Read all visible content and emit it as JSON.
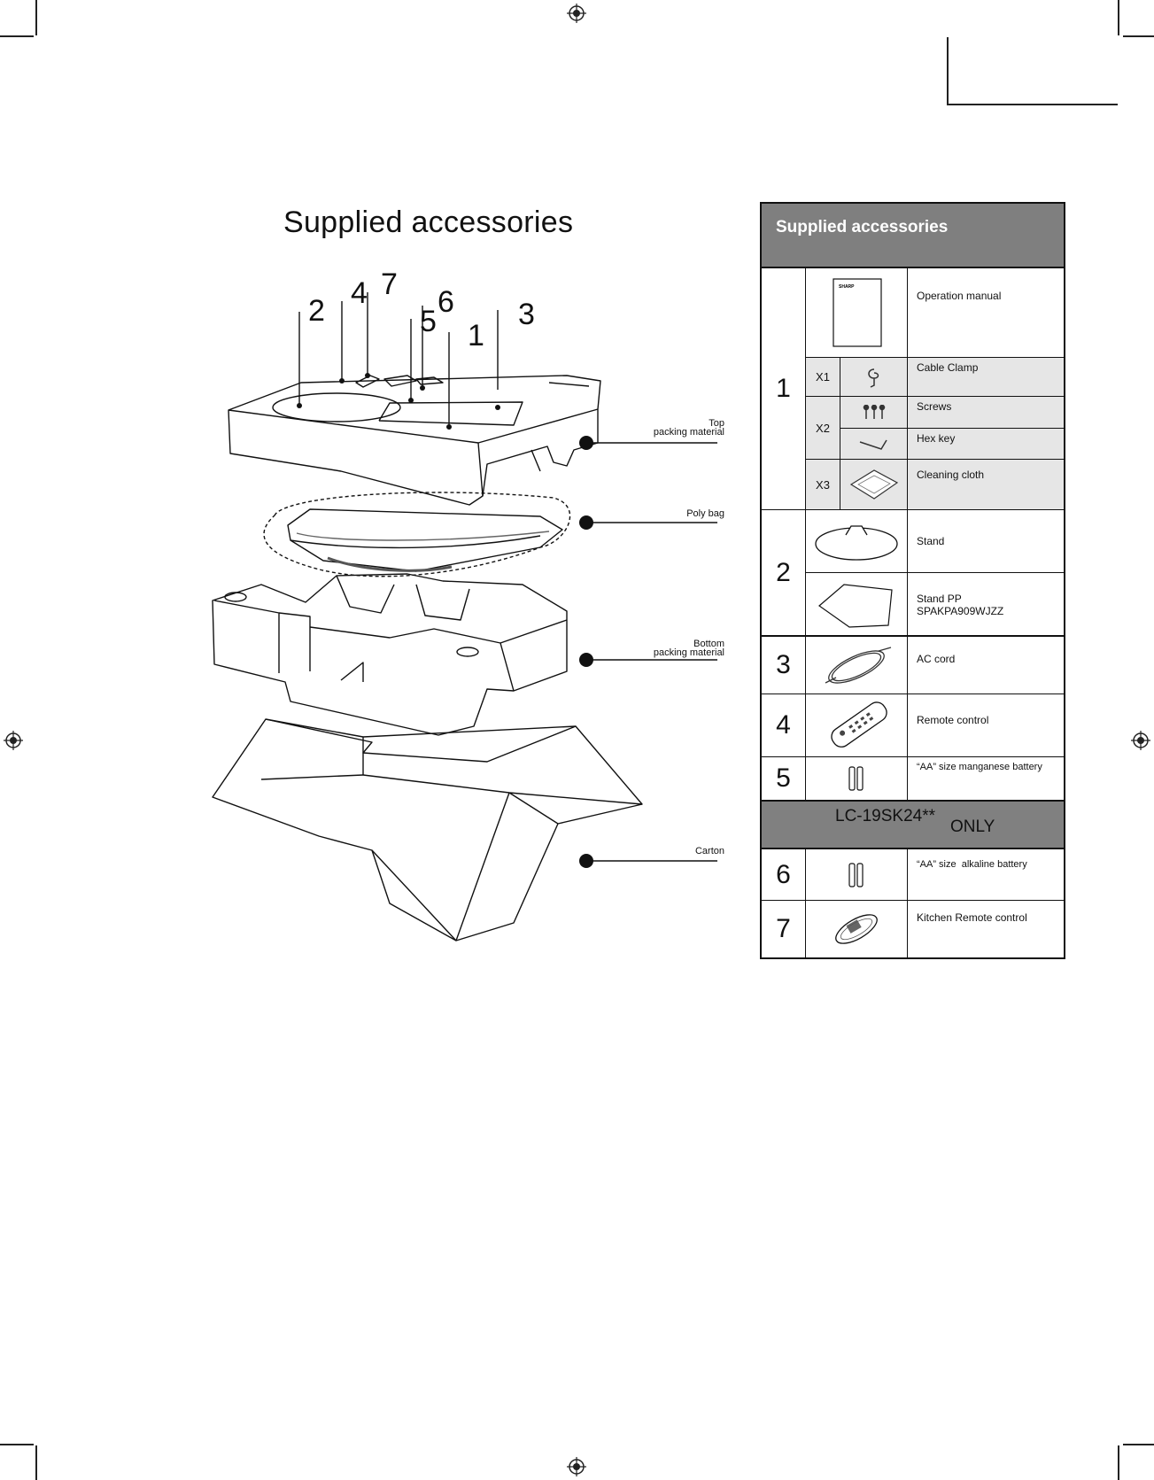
{
  "page": {
    "title": "Supplied accessories"
  },
  "illustration": {
    "part_numbers": [
      "2",
      "4",
      "7",
      "5",
      "6",
      "1",
      "3"
    ],
    "callouts": {
      "top": "Top\npacking material",
      "poly": "Poly bag",
      "bottom": "Bottom\npacking material",
      "carton": "Carton"
    },
    "brand_mark": "SHARP"
  },
  "table": {
    "header": "Supplied accessories",
    "group1": {
      "number": "1",
      "items": {
        "manual": "Operation manual",
        "clamp_qty": "X1",
        "clamp": "Cable Clamp",
        "screws_qty": "X2",
        "screws": "Screws",
        "hex": "Hex key",
        "cloth_qty": "X3",
        "cloth": "Cleaning cloth"
      }
    },
    "group2": {
      "number": "2",
      "stand": "Stand",
      "stand_pp": "Stand PP",
      "stand_pp_code": "SPAKPA909WJZZ"
    },
    "group3": {
      "number": "3",
      "label": "AC cord"
    },
    "group4": {
      "number": "4",
      "label": "Remote control"
    },
    "group5": {
      "number": "5",
      "label": "“AA” size manganese battery"
    },
    "only_row": {
      "model": "LC-19SK24**",
      "only": "ONLY"
    },
    "group6": {
      "number": "6",
      "label": "“AA” size  alkaline battery"
    },
    "group7": {
      "number": "7",
      "label": "Kitchen Remote control"
    }
  }
}
